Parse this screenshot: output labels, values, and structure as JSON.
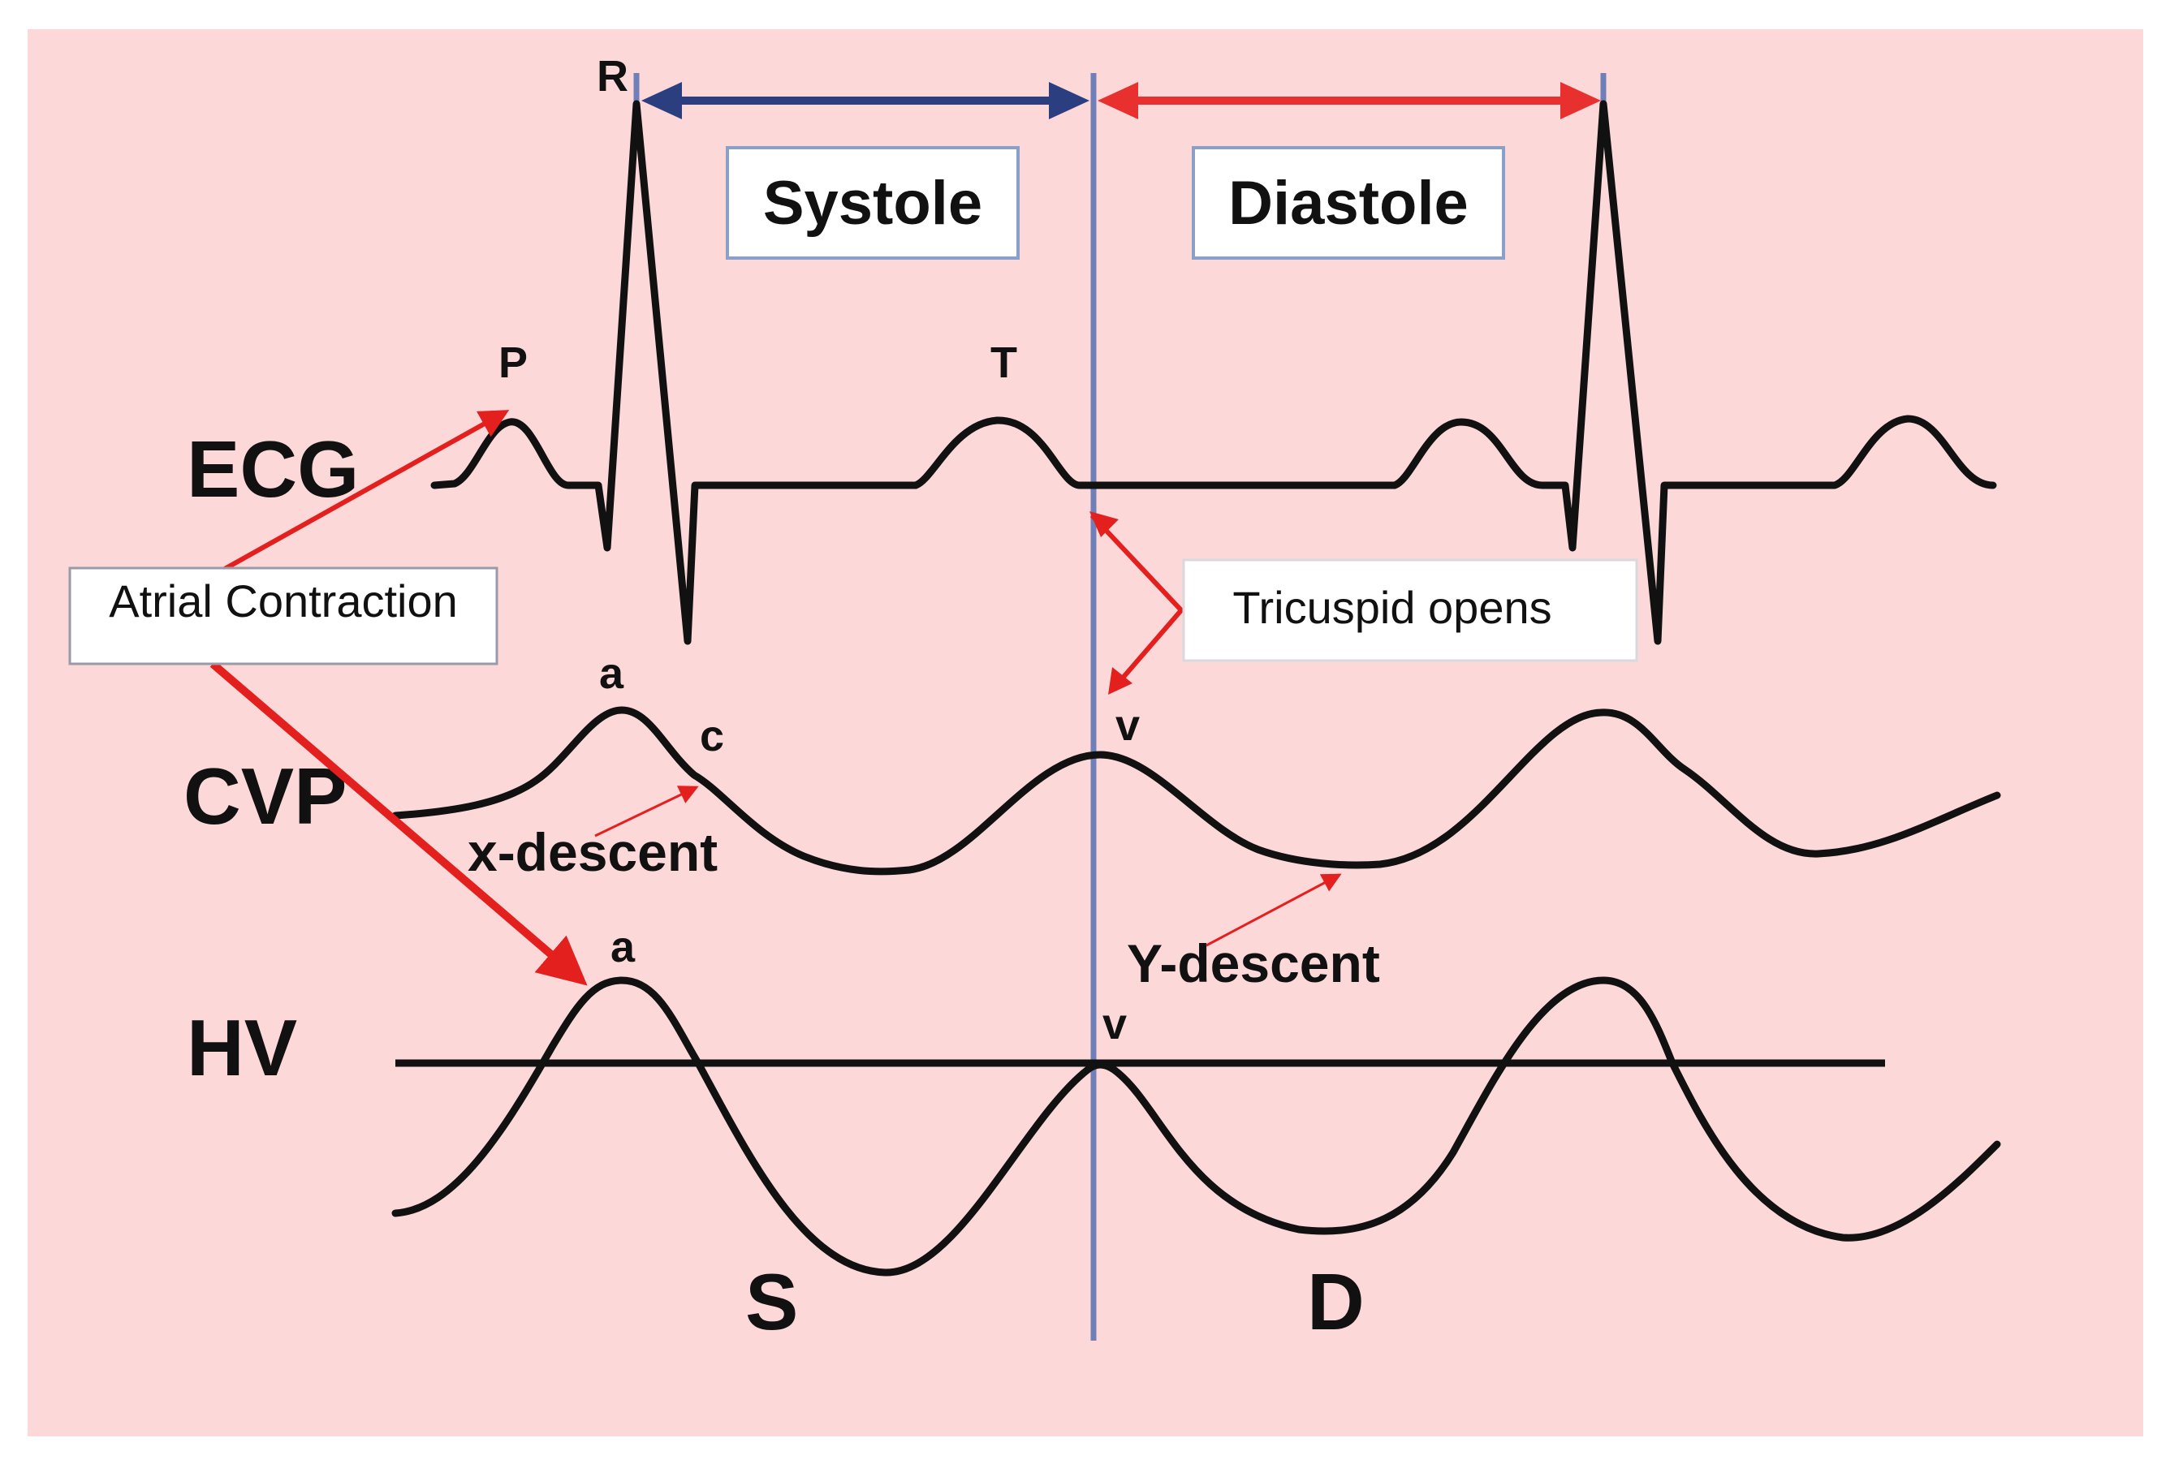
{
  "colors": {
    "background": "#fdd8d8",
    "trace": "#111111",
    "systole_arrow": "#2b3f80",
    "diastole_arrow": "#e8302e",
    "annotation_red": "#e3201e",
    "divider": "#6f7fb8"
  },
  "traces": {
    "ecg": "ECG",
    "cvp": "CVP",
    "hv": "HV"
  },
  "ecg_waves": {
    "p": "P",
    "r": "R",
    "t": "T"
  },
  "cvp_waves": {
    "a": "a",
    "c": "c",
    "v": "v",
    "x_descent": "x-descent",
    "y_descent": "Y-descent"
  },
  "hv_waves": {
    "a": "a",
    "v": "v",
    "s": "S",
    "d": "D"
  },
  "phases": {
    "systole": "Systole",
    "diastole": "Diastole"
  },
  "annotations": {
    "atrial_contraction": "Atrial Contraction",
    "tricuspid_opens": "Tricuspid opens"
  }
}
